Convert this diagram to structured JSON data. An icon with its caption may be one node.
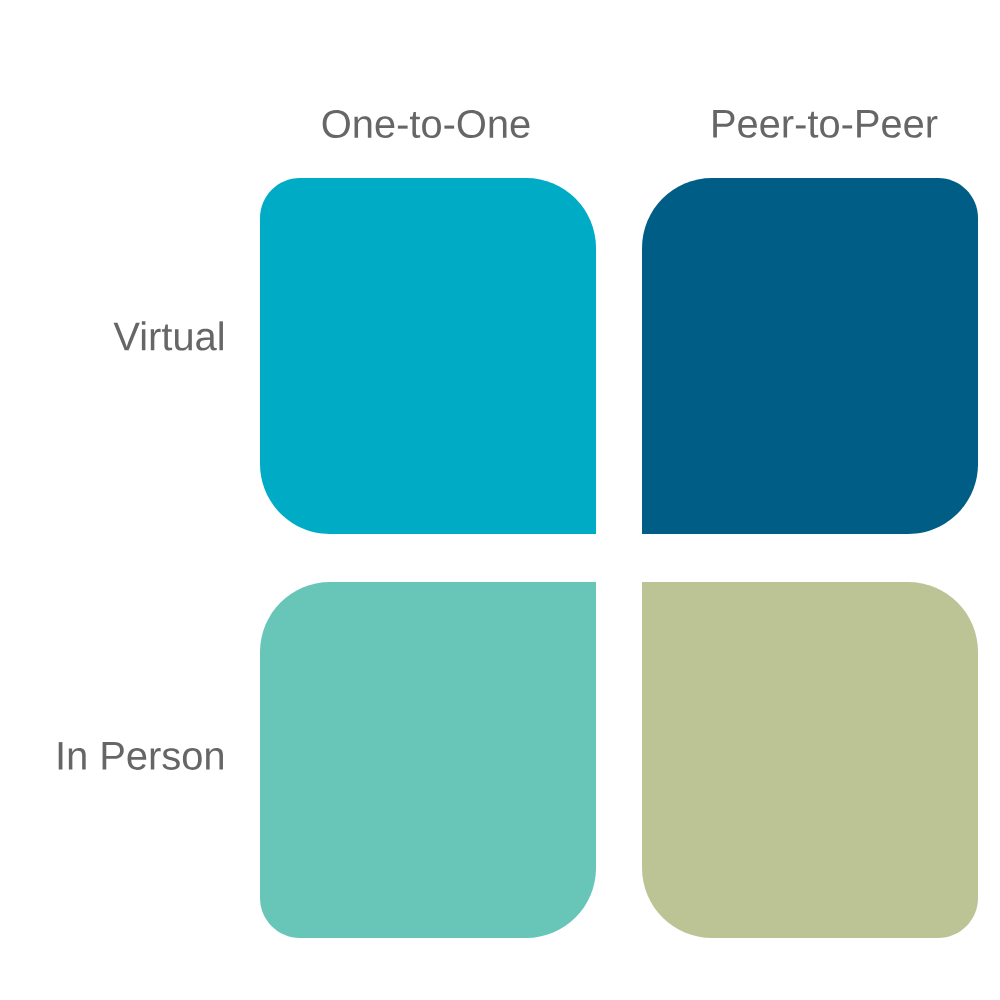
{
  "diagram": {
    "nodes": [
      {
        "text": [],
        "shape": "box"
      },
      {
        "text": [],
        "shape": "box"
      },
      {
        "text": [],
        "shape": "box"
      },
      {
        "text": [],
        "shape": "box"
      }
    ],
    "labels": [
      "One-to-One",
      "Peer-to-Peer",
      "Virtual",
      "In Person"
    ]
  }
}
